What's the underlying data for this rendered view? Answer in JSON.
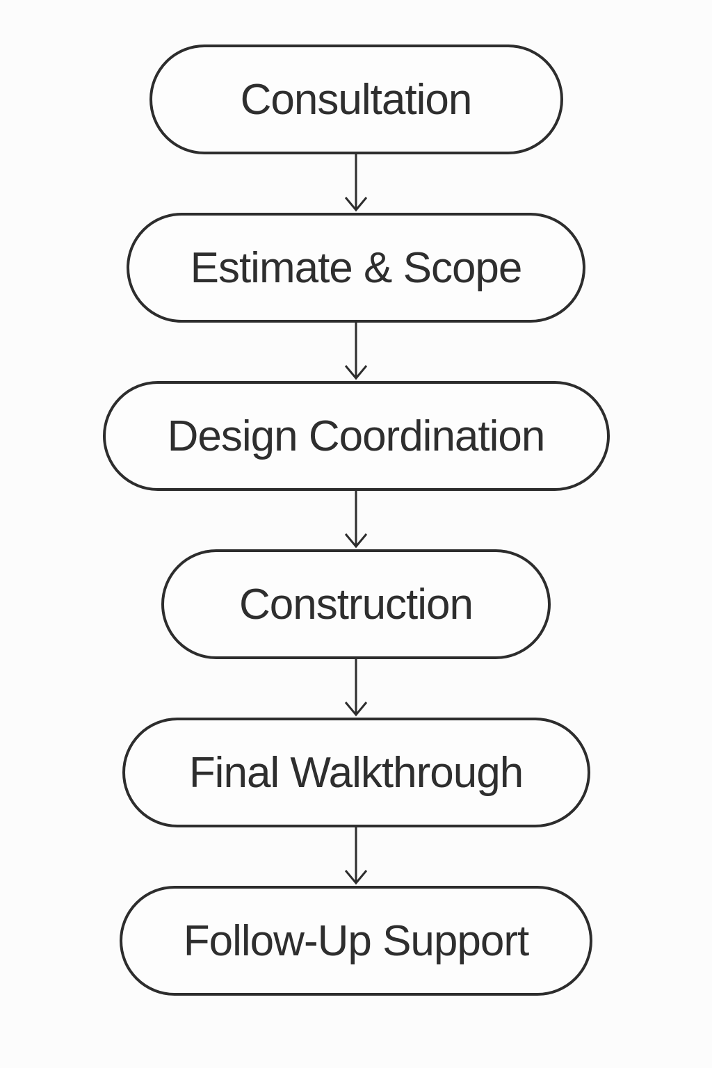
{
  "diagram": {
    "type": "flowchart",
    "direction": "top-to-bottom",
    "steps": [
      {
        "label": "Consultation"
      },
      {
        "label": "Estimate & Scope"
      },
      {
        "label": "Design Coordination"
      },
      {
        "label": "Construction"
      },
      {
        "label": "Final Walkthrough"
      },
      {
        "label": "Follow-Up Support"
      }
    ],
    "connections": [
      {
        "from": "Consultation",
        "to": "Estimate & Scope"
      },
      {
        "from": "Estimate & Scope",
        "to": "Design Coordination"
      },
      {
        "from": "Design Coordination",
        "to": "Construction"
      },
      {
        "from": "Construction",
        "to": "Final Walkthrough"
      },
      {
        "from": "Final Walkthrough",
        "to": "Follow-Up Support"
      }
    ],
    "colors": {
      "stroke": "#2d2d2d",
      "text": "#2e2e2e",
      "node_fill": "#fdfdfd",
      "background": "#fcfcfc"
    }
  }
}
